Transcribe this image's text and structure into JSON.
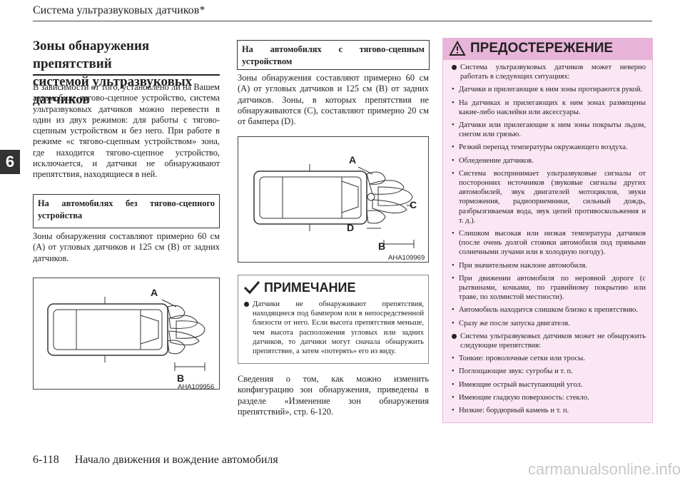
{
  "header": {
    "title": "Система ультразвуковых датчиков*"
  },
  "chapter_tab": "6",
  "section": {
    "title_line1": "Зоны обнаружения препятствий",
    "title_line2": "системой ультразвуковых датчиков",
    "intro": "В зависимости от того, установлено ли на Вашем автомобиле тягово-сцепное устройство, система ультразвуковых датчиков можно перевести в один из двух режимов: для работы с тягово-сцепным устройством и без него. При работе в режиме «с тягово-сцепным устройством» зона, где находится тягово-сцепное устройство, исключается, и датчики не обнаруживают препятствия, находящиеся в ней."
  },
  "without_hitch": {
    "heading": "На автомобилях без тягово-сцепного устройства",
    "text": "Зоны обнаружения составляют примерно 60 см (A) от угловых датчиков и 125 см (B) от задних датчиков.",
    "figure": {
      "label_a": "A",
      "label_b": "B",
      "code": "AHA109956"
    }
  },
  "with_hitch": {
    "heading_line1": "На автомобилях с тягово-сцепным",
    "heading_line2": "устройством",
    "text": "Зоны обнаружения составляют примерно 60 см (A) от угловых датчиков и 125 см (B) от задних датчиков. Зоны, в которых препятствия не обнаруживаются (C), составляют примерно 20 см от бампера (D).",
    "figure": {
      "label_a": "A",
      "label_b": "B",
      "label_c": "C",
      "label_d": "D",
      "code": "AHA109969"
    }
  },
  "note": {
    "title": "ПРИМЕЧАНИЕ",
    "text": "Датчики не обнаруживают препятствия, находящиеся под бампером или в непосредственной близости от него. Если высота препятствия меньше, чем высота расположения угловых или задних датчиков, то датчики могут сначала обнаружить препятствие, а затем «потерять» его из виду."
  },
  "reference": "Сведения о том, как можно изменить конфигурацию зон обнаружения, приведены в разделе «Изменение зон обнаружения препятствий», стр. 6-120.",
  "warning": {
    "title": "ПРЕДОСТЕРЕЖЕНИЕ",
    "intro1": "Система ультразвуковых датчиков может неверно работать в следующих ситуациях:",
    "items1": [
      "Датчики и прилегающие к ним зоны протираются рукой.",
      "На датчиках и прилегающих к ним зонах размещены какие-либо наклейки или аксессуары.",
      "Датчики или прилегающие к ним зоны покрыты льдом, снегом или грязью.",
      "Резкий перепад температуры окружающего воздуха.",
      "Обледенение датчиков.",
      "Система воспринимает ультразвуковые сигналы от посторонних источников (звуковые сигналы других автомобилей, звук двигателей мотоциклов, звуки торможения, радиоприемники, сильный дождь, разбрызгиваемая вода, звук цепей противоскольжения и т. д.).",
      "Слишком высокая или низкая температура датчиков (после очень долгой стоянки автомобиля под прямыми солнечными лучами или в холодную погоду).",
      "При значительном наклоне автомобиля.",
      "При движении автомобиля по неровной дороге (с рытвинами, кочками, по гравийному покрытию или траве, по холмистой местности).",
      "Автомобиль находится слишком близко к препятствию.",
      "Сразу же после запуска двигателя."
    ],
    "intro2": "Система ультразвуковых датчиков может не обнаружить следующие препятствия:",
    "items2": [
      "Тонкие: проволочные сетки или тросы.",
      "Поглощающие звук: сугробы и т. п.",
      "Имеющие острый выступающий угол.",
      "Имеющие гладкую поверхность: стекло.",
      "Низкие: бордюрный камень и т. п."
    ]
  },
  "footer": {
    "page": "6-118",
    "chapter": "Начало движения и вождение автомобиля"
  },
  "watermark": "carmanualsonline.info",
  "colors": {
    "warning_bg": "#fbe7f4",
    "warning_title_bg": "#e8b4d9"
  }
}
